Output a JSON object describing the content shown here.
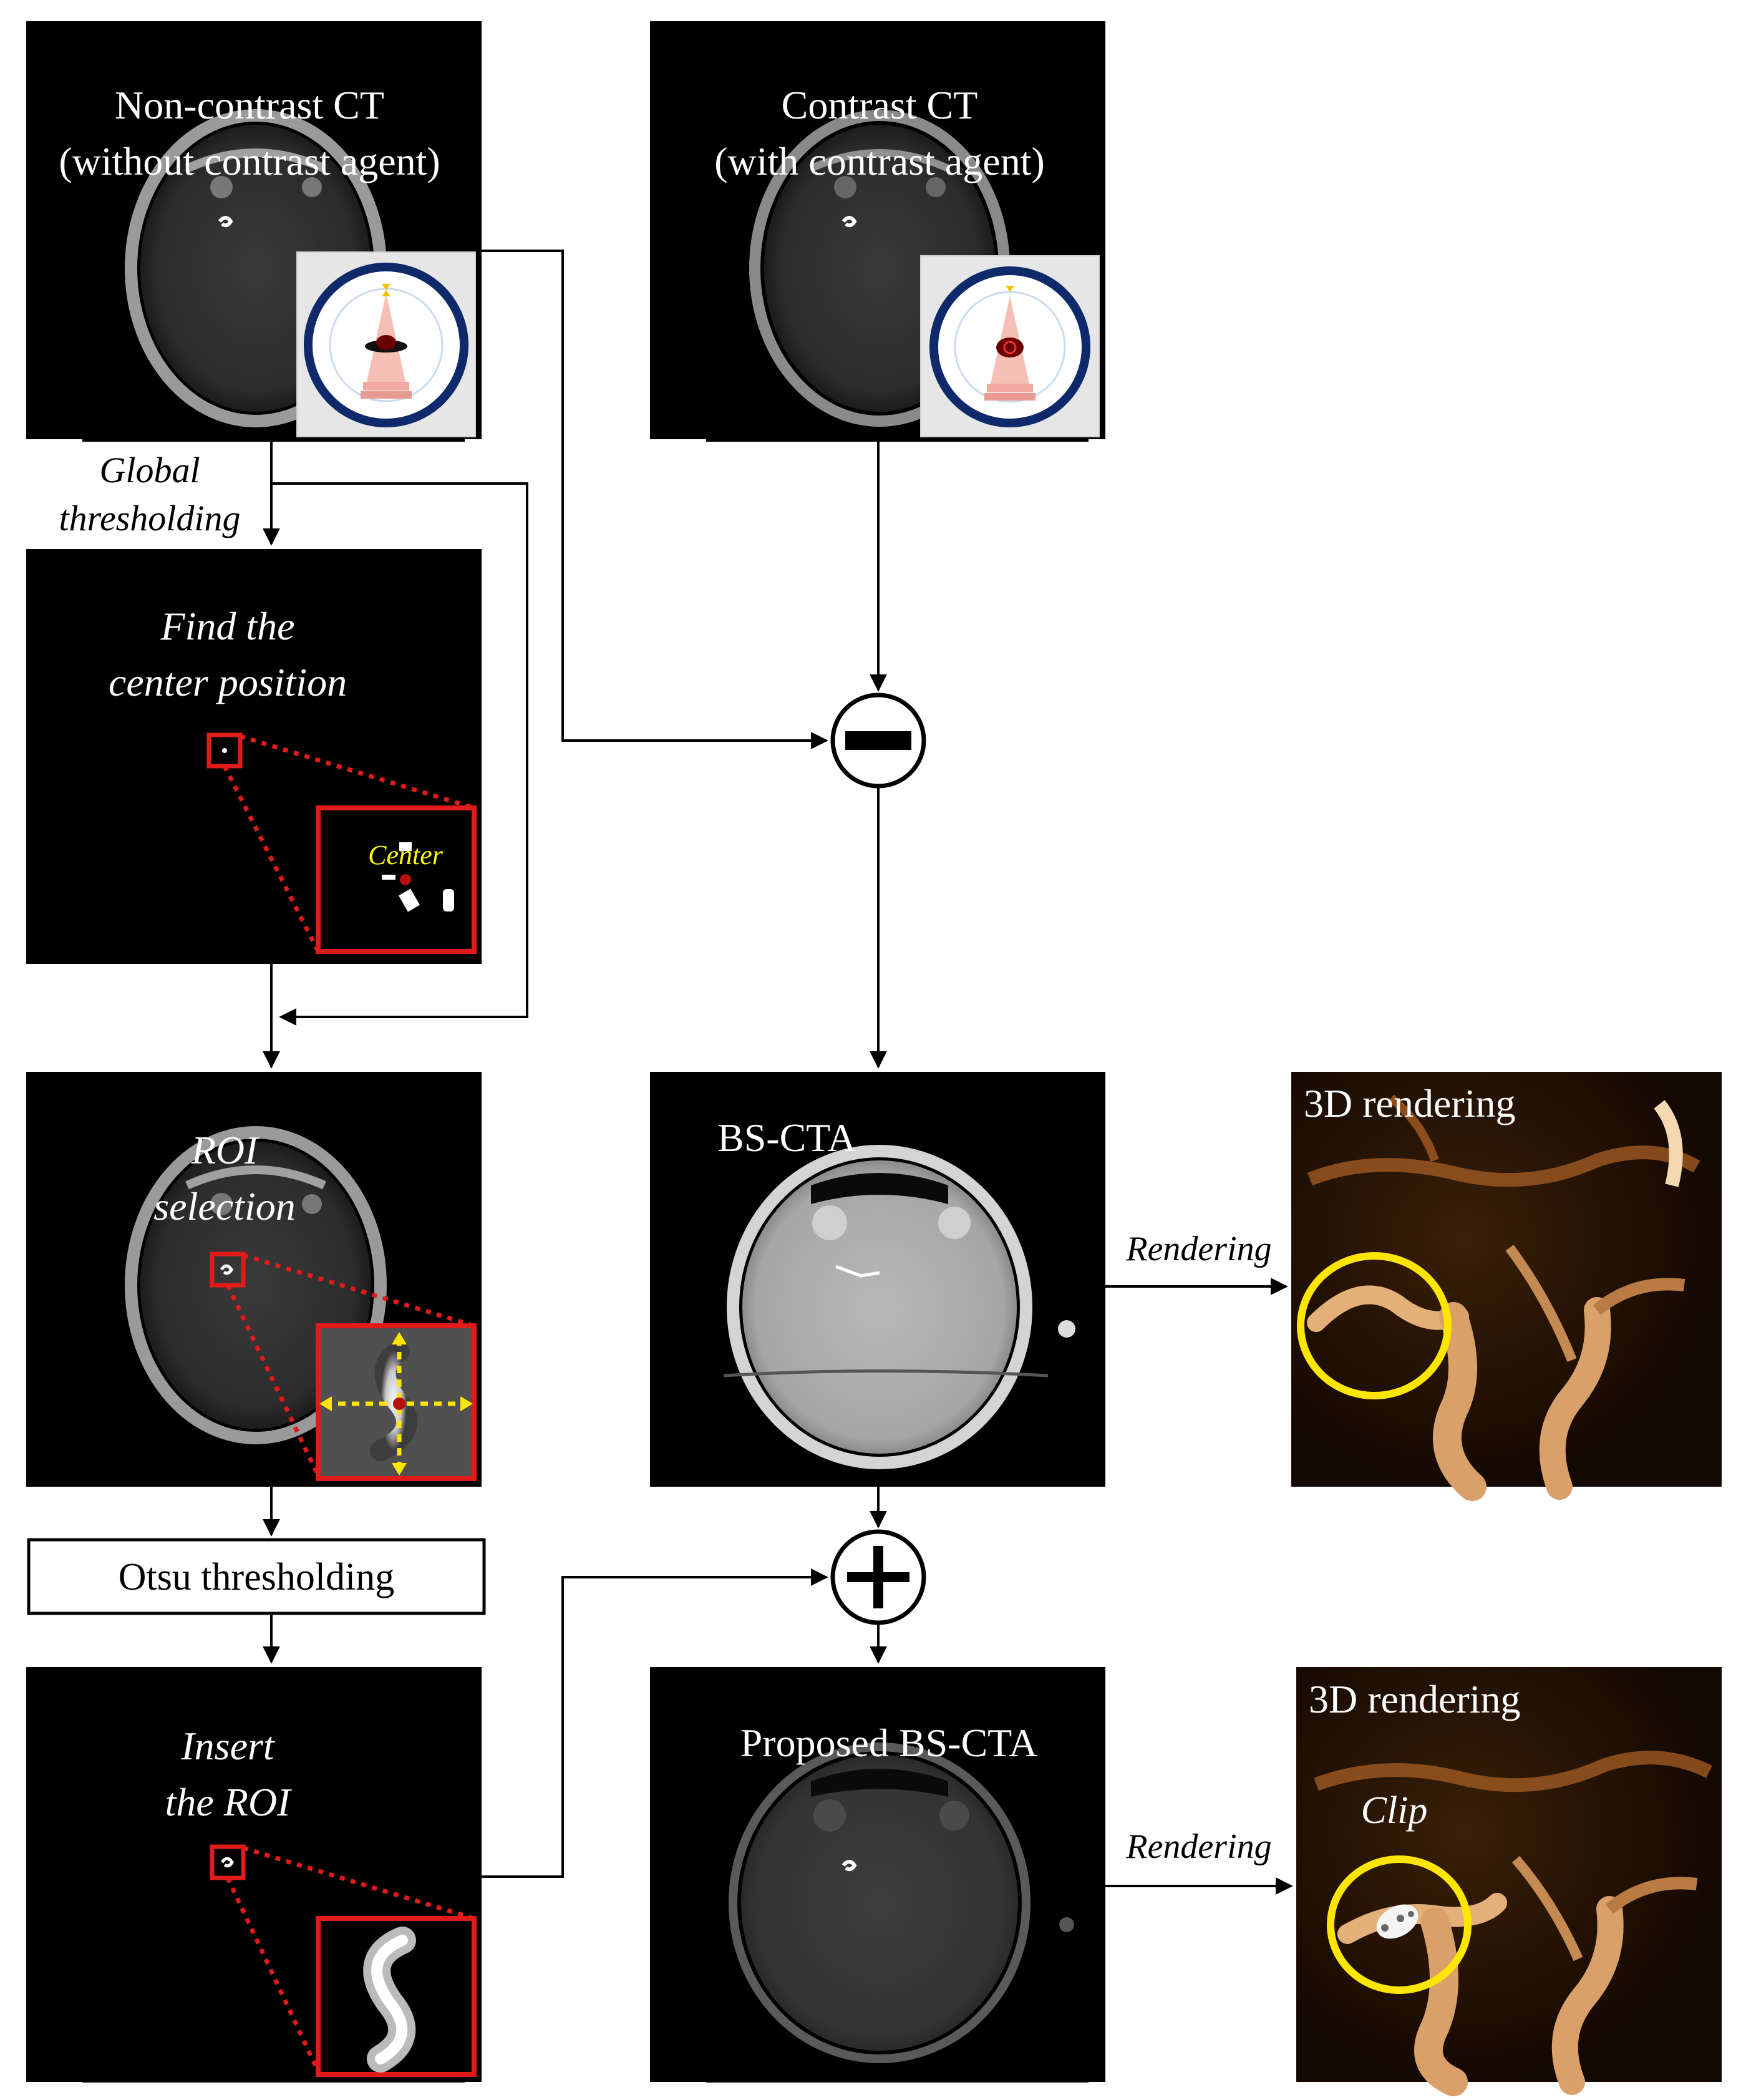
{
  "panels": {
    "noncontrast": {
      "line1": "Non-contrast CT",
      "line2": "(without contrast agent)"
    },
    "contrast": {
      "line1": "Contrast CT",
      "line2": "(with contrast agent)"
    },
    "center": {
      "line1": "Find the",
      "line2": "center position",
      "inset_label": "Center"
    },
    "roi": {
      "line1": "ROI",
      "line2": "selection"
    },
    "otsu": {
      "label": "Otsu thresholding"
    },
    "insert": {
      "line1": "Insert",
      "line2": "the ROI"
    },
    "bscta": {
      "label": "BS-CTA"
    },
    "proposed": {
      "label": "Proposed BS-CTA"
    },
    "render1": {
      "label": "3D rendering"
    },
    "render2": {
      "label": "3D rendering",
      "clip_label": "Clip"
    }
  },
  "edges": {
    "global_line1": "Global",
    "global_line2": "thresholding",
    "rendering1": "Rendering",
    "rendering2": "Rendering"
  },
  "operators": {
    "subtract": "minus",
    "add": "plus"
  },
  "colors": {
    "highlight_red": "#e11a1a",
    "highlight_yellow": "#ffe600",
    "annotation_yellow": "#ffff00",
    "scanner_ring": "#0e2a6b"
  }
}
